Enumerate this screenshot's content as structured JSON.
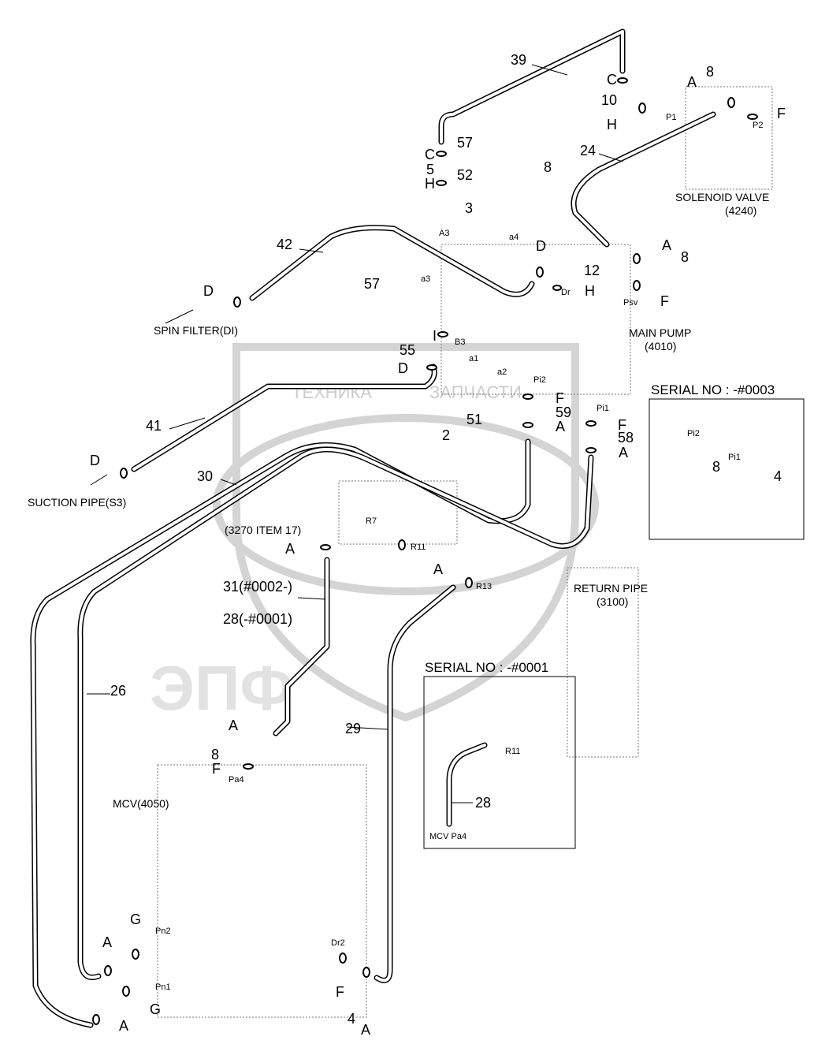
{
  "watermark": {
    "line1": "ТЕХНИКА",
    "line2": "ЗАПЧАСТИ",
    "logo": "ЭПФ"
  },
  "labels": {
    "p39": "39",
    "c_top": "C",
    "p10": "10",
    "h_top": "H",
    "a_sol": "A",
    "p8_sol": "8",
    "f_sol": "F",
    "P1": "P1",
    "P2": "P2",
    "p24": "24",
    "solenoid_valve": "SOLENOID VALVE",
    "solenoid_code": "(4240)",
    "c_left": "C",
    "p5": "5",
    "h_left": "H",
    "p57_top": "57",
    "p52": "52",
    "p8_mid": "8",
    "p3": "3",
    "A3": "A3",
    "a4": "a4",
    "d_mid": "D",
    "a_right": "A",
    "p8_right": "8",
    "p12": "12",
    "p42": "42",
    "p57_left": "57",
    "a3": "a3",
    "Dr": "Dr",
    "h_mid": "H",
    "f_right": "F",
    "Psv": "Psv",
    "d_spin": "D",
    "spin_filter": "SPIN FILTER(DI)",
    "main_pump": "MAIN PUMP",
    "main_pump_code": "(4010)",
    "i": "I",
    "B3": "B3",
    "p55": "55",
    "a1": "a1",
    "d_55": "D",
    "a2": "a2",
    "Pi2": "Pi2",
    "f_pi2": "F",
    "Pi1": "Pi1",
    "p59": "59",
    "f_pi1": "F",
    "p51": "51",
    "p2": "2",
    "a_59": "A",
    "p58": "58",
    "a_58": "A",
    "p41": "41",
    "serial_0003": "SERIAL NO : -#0003",
    "inset_Pi2": "Pi2",
    "inset_8": "8",
    "inset_Pi1": "Pi1",
    "inset_4": "4",
    "d_suction": "D",
    "p30": "30",
    "suction_pipe": "SUCTION PIPE(S3)",
    "R7": "R7",
    "item_3270": "(3270 ITEM 17)",
    "a_3270": "A",
    "R11": "R11",
    "a_r13": "A",
    "R13": "R13",
    "return_pipe": "RETURN PIPE",
    "return_code": "(3100)",
    "p31": "31(#0002-)",
    "p28": "28(-#0001)",
    "serial_0001": "SERIAL NO : -#0001",
    "p26": "26",
    "p29": "29",
    "a_mcv": "A",
    "inset_R11": "R11",
    "p8_mcv": "8",
    "f_mcv": "F",
    "Pa4": "Pa4",
    "inset_28": "28",
    "mcv": "MCV(4050)",
    "inset_mcv_pa4": "MCV  Pa4",
    "g_pn2": "G",
    "a_pn2": "A",
    "Pn2": "Pn2",
    "Dr2": "Dr2",
    "Pn1": "Pn1",
    "g_pn1": "G",
    "a_pn1": "A",
    "f_dr2": "F",
    "p4_dr2": "4",
    "a_dr2": "A"
  }
}
